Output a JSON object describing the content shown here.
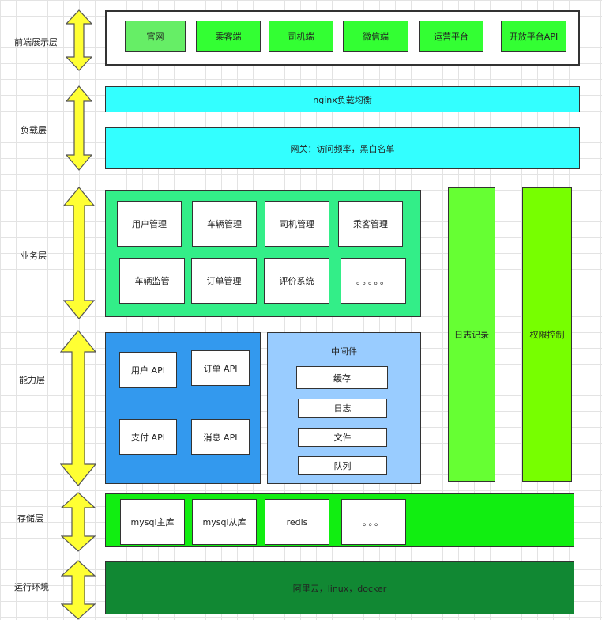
{
  "colors": {
    "arrow": "#ffff33",
    "nav_button": "#33ff33",
    "nav_button_first": "#66ee66",
    "load": "#33ffff",
    "business": "#33ee88",
    "capability_api": "#3399ee",
    "middleware": "#99ccff",
    "log": "#66ff33",
    "auth": "#77ff00",
    "storage": "#11ee11",
    "runtime": "#118833"
  },
  "layers": {
    "frontend": "前端展示层",
    "load": "负载层",
    "business": "业务层",
    "capability": "能力层",
    "storage": "存储层",
    "runtime": "运行环境"
  },
  "frontend": {
    "items": [
      "官网",
      "乘客端",
      "司机端",
      "微信端",
      "运营平台",
      "开放平台API"
    ]
  },
  "load": {
    "nginx": "nginx负载均衡",
    "gateway": "网关：访问频率，黑白名单"
  },
  "business": {
    "items": [
      "用户管理",
      "车辆管理",
      "司机管理",
      "乘客管理",
      "车辆监管",
      "订单管理",
      "评价系统",
      "。。。。。"
    ]
  },
  "capability": {
    "apis": [
      "用户 API",
      "订单 API",
      "支付 API",
      "消息 API"
    ],
    "middleware_title": "中间件",
    "middleware_items": [
      "缓存",
      "日志",
      "文件",
      "队列"
    ]
  },
  "side": {
    "log": "日志记录",
    "auth": "权限控制"
  },
  "storage": {
    "items": [
      "mysql主库",
      "mysql从库",
      "redis",
      "。。。"
    ]
  },
  "runtime": {
    "text": "阿里云，linux，docker"
  }
}
